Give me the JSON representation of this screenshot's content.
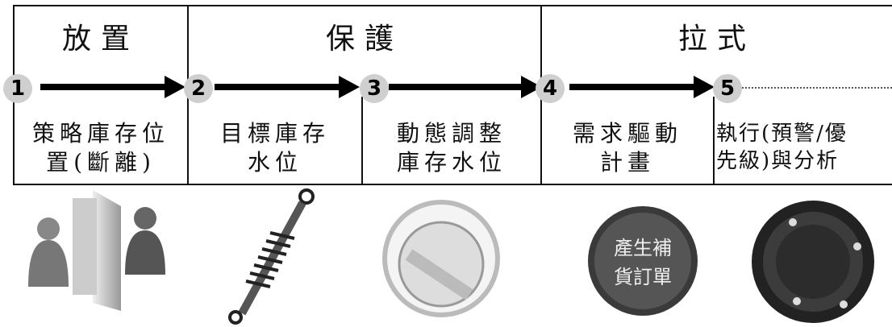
{
  "phases": [
    {
      "label": "放置"
    },
    {
      "label": "保護"
    },
    {
      "label": "拉式"
    }
  ],
  "steps": [
    {
      "number": "1",
      "line1": "策略庫存位",
      "line2": "置(斷離)"
    },
    {
      "number": "2",
      "line1": "目標庫存",
      "line2": "水位"
    },
    {
      "number": "3",
      "line1": "動態調整",
      "line2": "庫存水位"
    },
    {
      "number": "4",
      "line1": "需求驅動",
      "line2": "計畫"
    },
    {
      "number": "5",
      "line1": "執行(預警/優",
      "line2": "先級)與分析"
    }
  ],
  "images": {
    "button_text_line1": "產生補",
    "button_text_line2": "貨訂單"
  }
}
